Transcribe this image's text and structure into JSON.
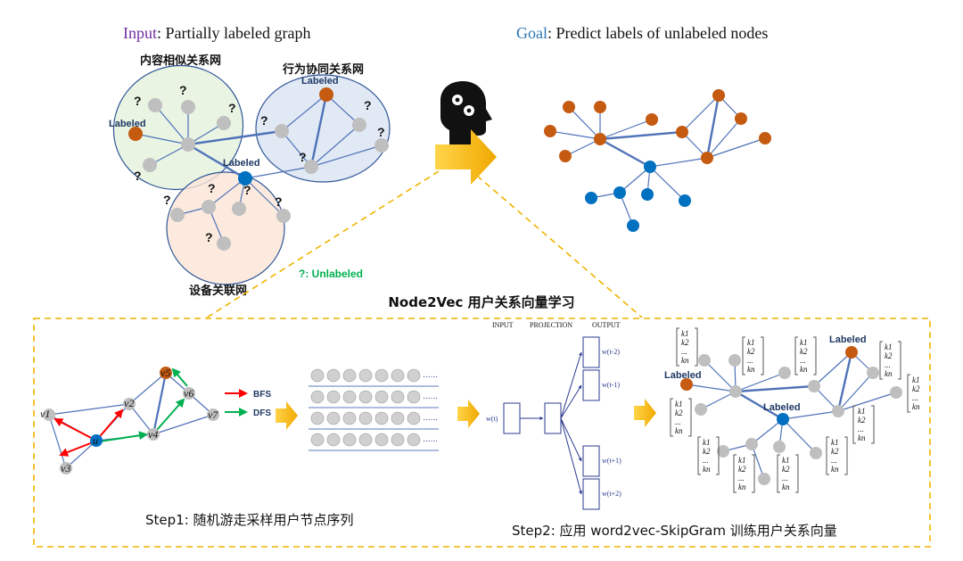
{
  "header": {
    "input_keyword": "Input",
    "input_text": ": Partially labeled graph",
    "goal_keyword": "Goal",
    "goal_text": ": Predict labels of unlabeled nodes"
  },
  "clusters": {
    "content": "内容相似关系网",
    "behavior": "行为协同关系网",
    "device": "设备关联网"
  },
  "labels": {
    "labeled": "Labeled",
    "question": "?",
    "unlabeled_legend": "?: Unlabeled"
  },
  "section_title": "Node2Vec 用户关系向量学习",
  "walk": {
    "nodes": [
      "v1",
      "v2",
      "v3",
      "v4",
      "v5",
      "v6",
      "v7",
      "u"
    ],
    "bfs": "BFS",
    "dfs": "DFS",
    "dots": "......"
  },
  "skipgram": {
    "input": "INPUT",
    "projection": "PROJECTION",
    "output": "OUTPUT",
    "center": "w(t)",
    "outputs": [
      "w(t-2)",
      "w(t-1)",
      "w(t+1)",
      "w(t+2)"
    ]
  },
  "embedding": {
    "k1": "k1",
    "k2": "k2",
    "ellipsis": "...",
    "kn": "kn"
  },
  "steps": {
    "step1": "Step1:  随机游走采样用户节点序列",
    "step2": "Step2:  应用 word2vec-SkipGram 训练用户关系向量"
  },
  "colors": {
    "labeled_orange": "#c55a11",
    "labeled_blue": "#0070c0",
    "unlabeled_gray": "#bfbfbf",
    "input_purple": "#7030a0",
    "goal_blue": "#2e75b6",
    "unlabeled_green": "#00b050",
    "arrow_gold": "#ffc000",
    "dashed_gold": "#f0b400"
  }
}
